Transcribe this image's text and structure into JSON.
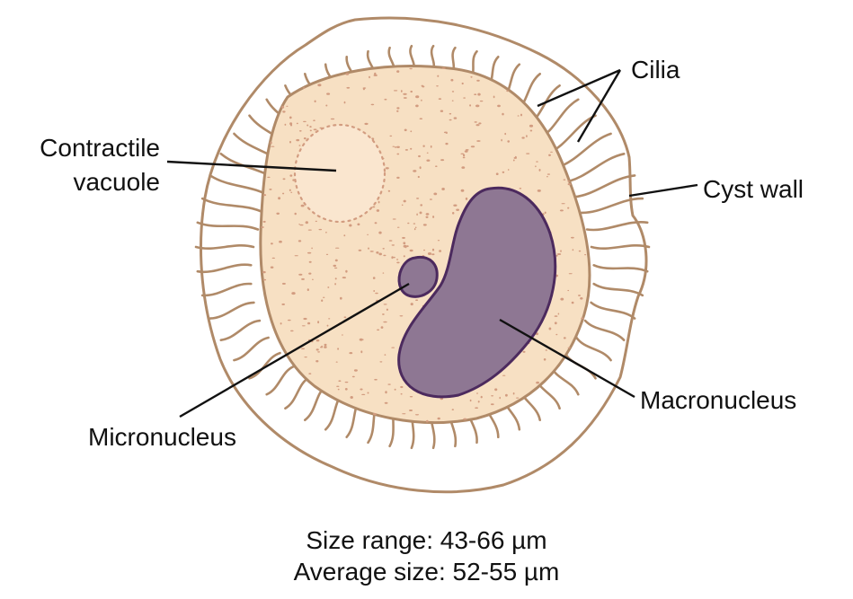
{
  "labels": {
    "cilia": "Cilia",
    "contractile_vacuole_line1": "Contractile",
    "contractile_vacuole_line2": "vacuole",
    "cyst_wall": "Cyst wall",
    "micronucleus": "Micronucleus",
    "macronucleus": "Macronucleus"
  },
  "caption": {
    "size_range": "Size range: 43-66 µm",
    "average_size": "Average size: 52-55 µm"
  },
  "colors": {
    "outline": "#b08a68",
    "cytoplasm": "#f7e0c3",
    "stipple": "#d29c80",
    "nucleus_fill": "#8e7793",
    "nucleus_stroke": "#4c2a5e",
    "leader_line": "#111111"
  }
}
